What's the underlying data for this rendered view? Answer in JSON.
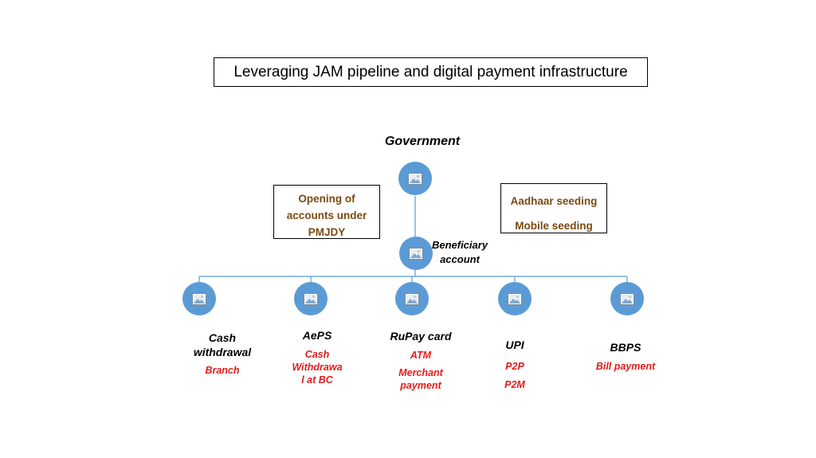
{
  "title": "Leveraging JAM pipeline and digital payment infrastructure",
  "top": {
    "label": "Government"
  },
  "left_box": {
    "lines": [
      "Opening of",
      "accounts under",
      "PMJDY"
    ]
  },
  "right_box": {
    "lines": [
      "Aadhaar seeding",
      "Mobile seeding"
    ]
  },
  "middle": {
    "label_lines": [
      "Beneficiary",
      "account"
    ]
  },
  "channels": [
    {
      "name_lines": [
        "Cash",
        "withdrawal"
      ],
      "sub_lines": [
        "Branch"
      ]
    },
    {
      "name_lines": [
        "AePS"
      ],
      "sub_lines": [
        "Cash",
        "Withdrawa",
        "l at BC"
      ]
    },
    {
      "name_lines": [
        "RuPay card"
      ],
      "sub_lines": [
        "ATM",
        "Merchant",
        "payment"
      ]
    },
    {
      "name_lines": [
        "UPI"
      ],
      "sub_lines": [
        "P2P",
        "P2M"
      ]
    },
    {
      "name_lines": [
        "BBPS"
      ],
      "sub_lines": [
        "Bill payment"
      ]
    }
  ],
  "colors": {
    "node_fill": "#5b9bd5",
    "connector": "#5b9bd5",
    "sub_label": "#e31b1b",
    "box_text": "#7b4a12"
  },
  "icons": {
    "node": "image-placeholder-icon"
  }
}
